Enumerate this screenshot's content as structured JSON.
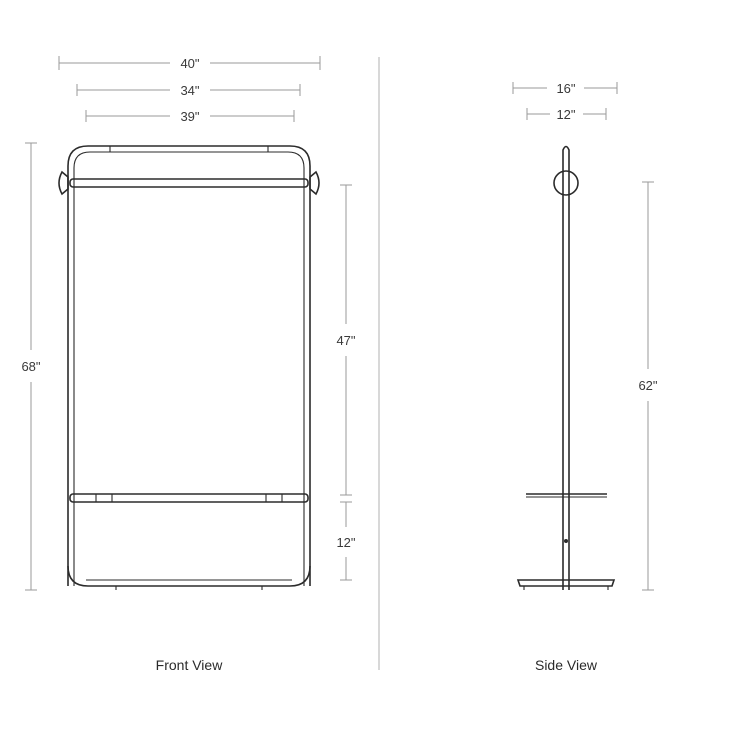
{
  "front_view": {
    "label": "Front View",
    "dimensions": {
      "overall_width": "40\"",
      "inner_width": "34\"",
      "frame_width": "39\"",
      "overall_height": "68\"",
      "hanging_height": "47\"",
      "shelf_height": "12\""
    }
  },
  "side_view": {
    "label": "Side View",
    "dimensions": {
      "overall_depth": "16\"",
      "shelf_depth": "12\"",
      "rod_height": "62\""
    }
  }
}
